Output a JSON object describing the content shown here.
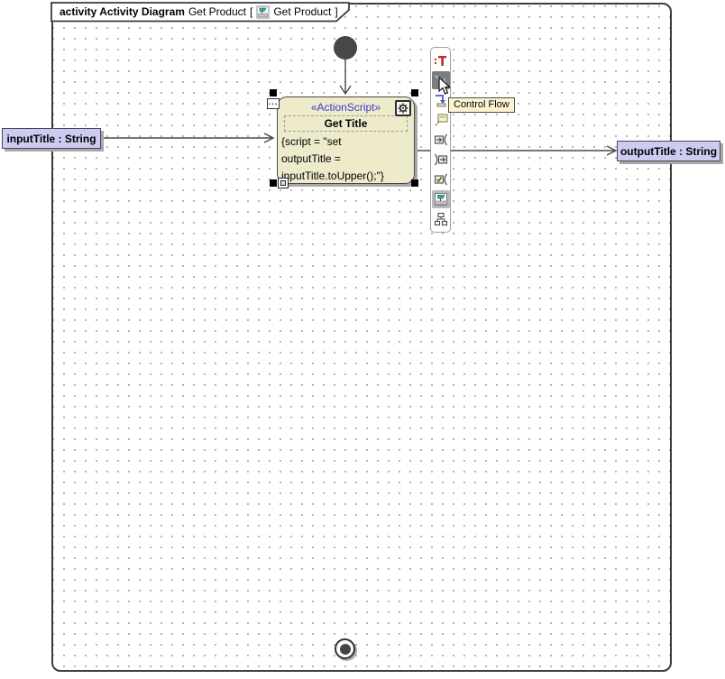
{
  "frame_header": {
    "title_bold": "activity Activity Diagram",
    "diagram_name": "Get Product",
    "bracket_open": "[",
    "context_name": "Get Product",
    "bracket_close": "]"
  },
  "action_node": {
    "stereotype": "«ActionScript»",
    "name": "Get Title",
    "script_lines": [
      "{script = \"set",
      "outputTitle =",
      "inputTitle.toUpper();\"}"
    ],
    "more_button": "..."
  },
  "parameters": {
    "input": "inputTitle : String",
    "output": "outputTitle : String"
  },
  "palette": {
    "selected_tool": "Control Flow",
    "items": [
      "Text",
      "Control Flow",
      "Object Flow",
      "Comment",
      "Input Pin",
      "Output Pin",
      "Value Pin",
      "Diagram Shortcut",
      "Structured Activity Node"
    ]
  },
  "tooltip": "Control Flow",
  "colors": {
    "action_fill": "#edebca",
    "parameter_fill": "#ccccf2",
    "stereotype_text": "#3a3acd",
    "tooltip_fill": "#fdf3cf",
    "selection_highlight": "#7d7d7d",
    "node_dark": "#474747",
    "shadow": "#a8a8a8",
    "tool_red": "#c22b2b",
    "tool_blue": "#3c5bd0",
    "icon_teal": "#2fa8a4"
  }
}
